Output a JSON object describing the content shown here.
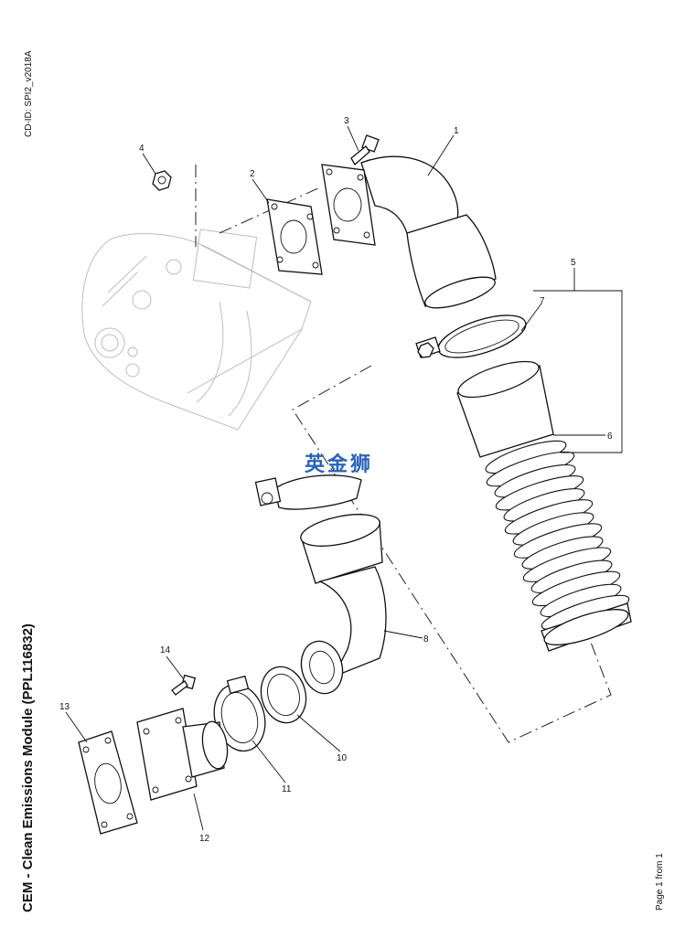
{
  "header": {
    "cd_id": "CD-ID: SPI2_v2018A",
    "title": "CEM - Clean Emissions Module (PPL116832)",
    "page_indicator": "Page 1 from 1"
  },
  "watermark": "英金狮",
  "callouts": [
    "1",
    "2",
    "3",
    "4",
    "5",
    "6",
    "7",
    "8",
    "10",
    "11",
    "12",
    "13",
    "14"
  ]
}
